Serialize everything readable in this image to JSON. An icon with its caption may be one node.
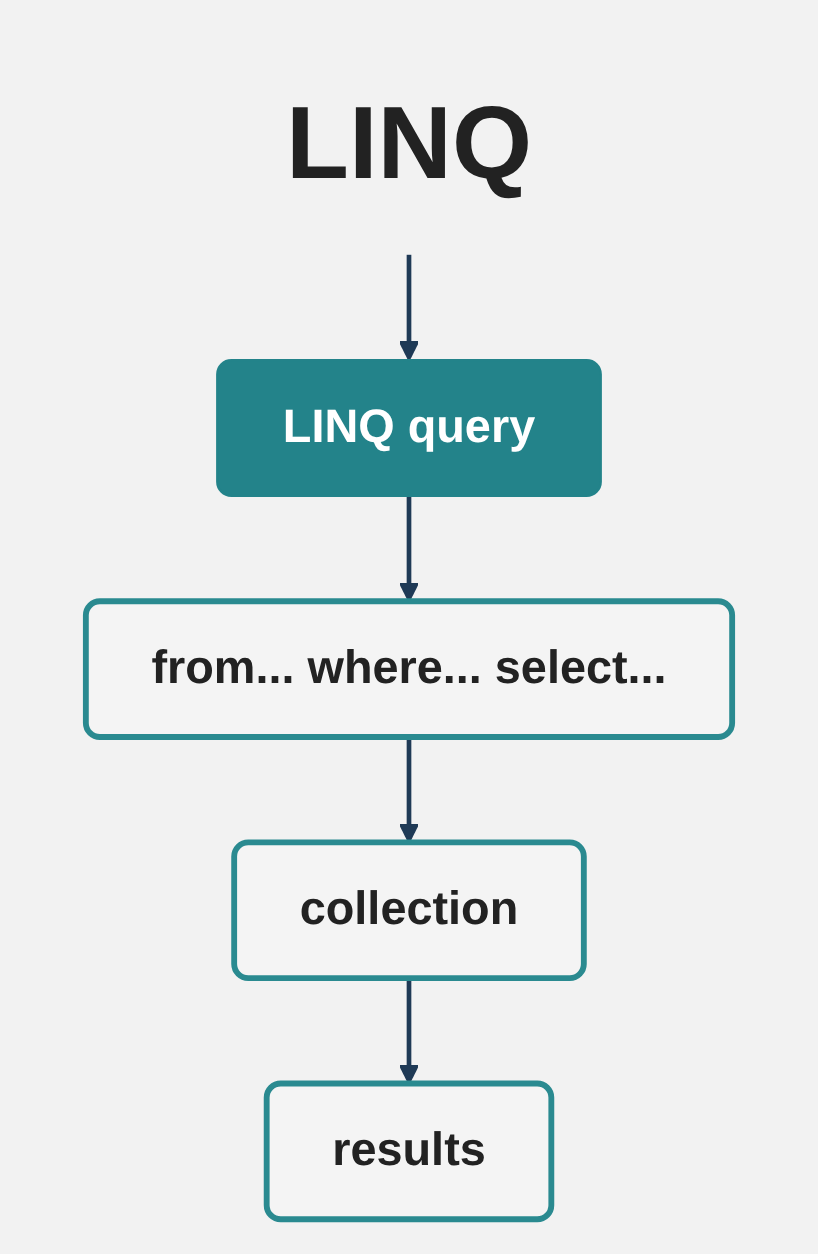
{
  "diagram": {
    "nodes": [
      {
        "text": [
          "LINQ"
        ]
      },
      {
        "text": [
          "LINQ query"
        ]
      },
      {
        "text": [
          "from... where... select..."
        ]
      },
      {
        "text": [
          "collection"
        ]
      },
      {
        "text": [
          "results"
        ]
      }
    ],
    "edges": [
      {
        "from": 0,
        "to": 1,
        "arrow": "to"
      },
      {
        "from": 1,
        "to": 2,
        "arrow": "to"
      },
      {
        "from": 2,
        "to": 3,
        "arrow": "to"
      },
      {
        "from": 3,
        "to": 4,
        "arrow": "to"
      }
    ]
  }
}
